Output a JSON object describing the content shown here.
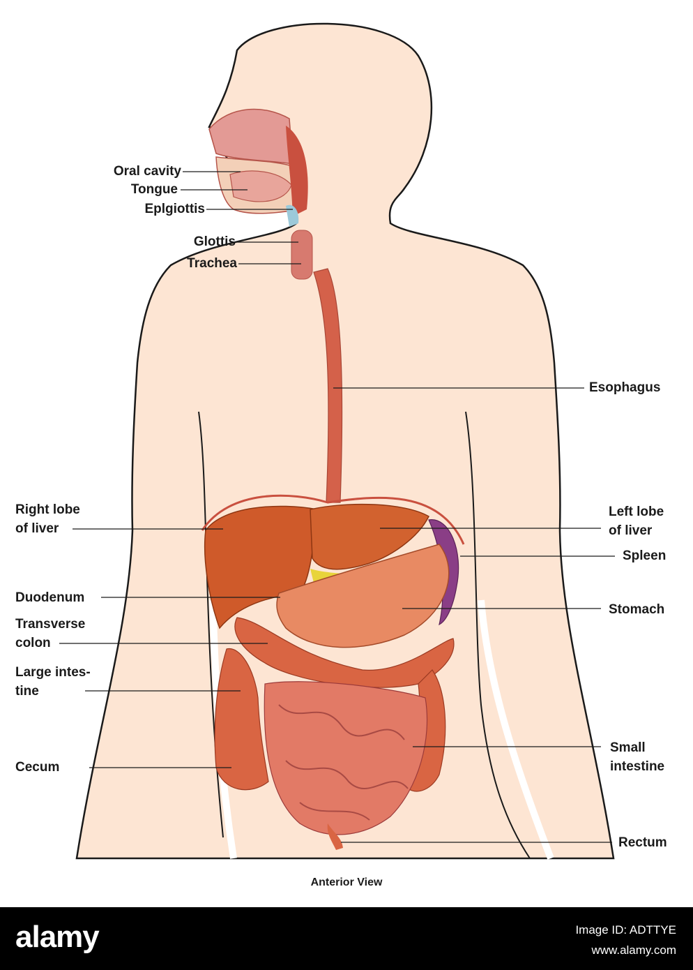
{
  "caption": "Anterior View",
  "labels": {
    "oral_cavity": "Oral cavity",
    "tongue": "Tongue",
    "epiglottis": "Eplgiottis",
    "glottis": "Glottis",
    "trachea": "Trachea",
    "esophagus": "Esophagus",
    "right_lobe_liver": "Right lobe\nof liver",
    "left_lobe_liver": "Left lobe\nof liver",
    "spleen": "Spleen",
    "duodenum": "Duodenum",
    "stomach": "Stomach",
    "transverse_colon": "Transverse\ncolon",
    "large_intestine": "Large intes-\ntine",
    "cecum": "Cecum",
    "small_intestine": "Small\nintestine",
    "rectum": "Rectum"
  },
  "footer": {
    "logo": "alamy",
    "image_id": "Image ID: ADTTYE",
    "site": "www.alamy.com"
  },
  "colors": {
    "skin": "#fde5d3",
    "outline": "#1a1a1a",
    "liver": "#cf5a2a",
    "stomach": "#e88a63",
    "spleen": "#8a3e86",
    "colon": "#d96543",
    "small_intestine": "#e27a66",
    "esophagus": "#d4614a",
    "footer_bg": "#000000"
  }
}
